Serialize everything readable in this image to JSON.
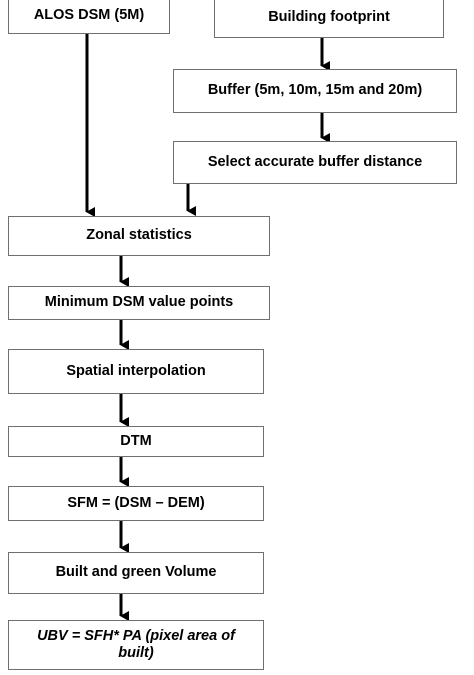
{
  "nodes": {
    "alos_dsm": "ALOS DSM (5M)",
    "building_footprint": "Building footprint",
    "buffer": "Buffer (5m, 10m, 15m and 20m)",
    "select_buffer": "Select accurate buffer distance",
    "zonal_statistics": "Zonal statistics",
    "min_dsm_points": "Minimum DSM value points",
    "spatial_interpolation": "Spatial interpolation",
    "dtm": "DTM",
    "sfm": "SFM = (DSM – DEM)",
    "built_green_volume": "Built and green Volume",
    "ubv": "UBV = SFH* PA (pixel area of built)"
  },
  "colors": {
    "border": "#6f6f6f",
    "arrow": "#000000",
    "text": "#000000",
    "background": "#ffffff"
  }
}
